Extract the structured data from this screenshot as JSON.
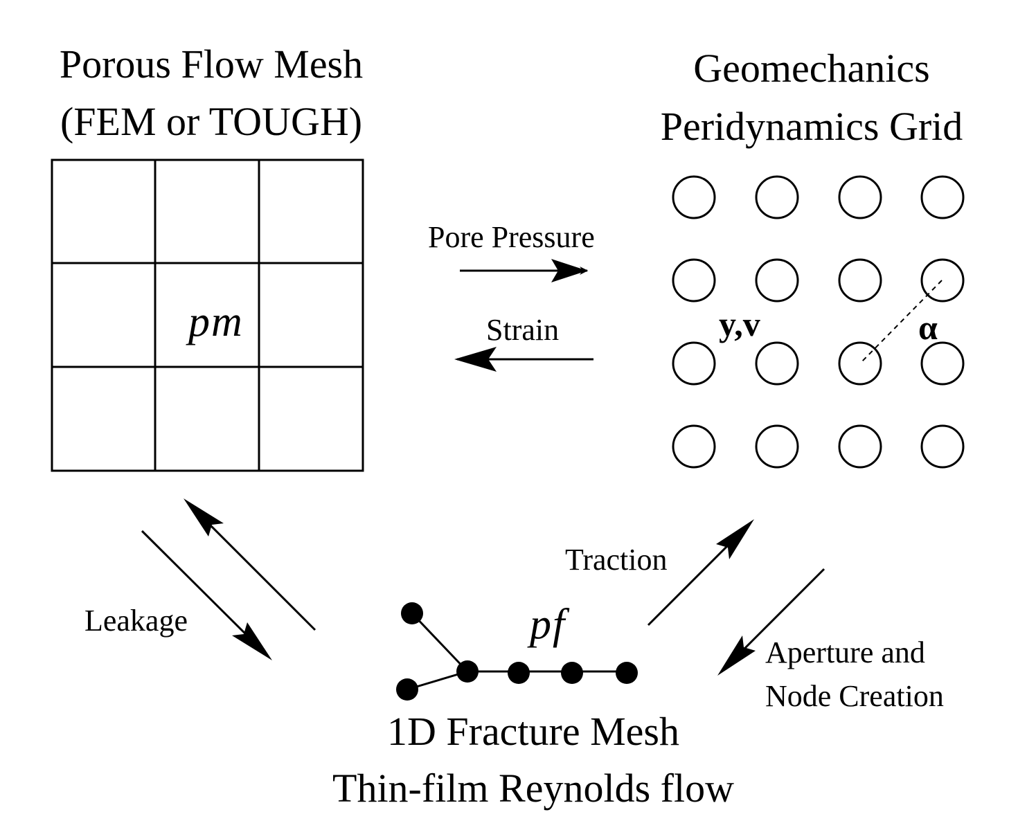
{
  "porous_mesh": {
    "title_line1": "Porous Flow Mesh",
    "title_line2": "(FEM or TOUGH)",
    "cell_label_p": "p",
    "cell_label_sub": "m"
  },
  "geomechanics": {
    "title_line1": "Geomechanics",
    "title_line2": "Peridynamics Grid",
    "node_label": "y,v",
    "bond_label": "α"
  },
  "fracture_mesh": {
    "title_line1": "1D Fracture Mesh",
    "title_line2": "Thin-film Reynolds flow",
    "label_p": "p",
    "label_sub": "f"
  },
  "arrows": {
    "pore_pressure": "Pore Pressure",
    "strain": "Strain",
    "leakage": "Leakage",
    "traction": "Traction",
    "aperture_line1": "Aperture and",
    "aperture_line2": "Node Creation"
  },
  "colors": {
    "stroke": "#000000",
    "background": "#ffffff"
  }
}
